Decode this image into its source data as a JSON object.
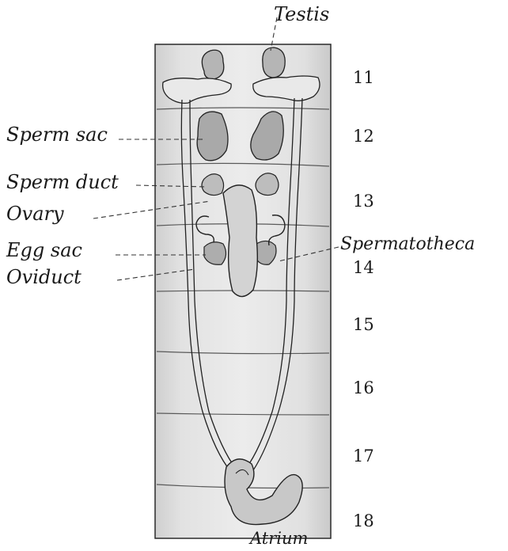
{
  "labels": {
    "testis": "Testis",
    "sperm_sac": "Sperm sac",
    "sperm_duct": "Sperm duct",
    "ovary": "Ovary",
    "egg_sac": "Egg sac",
    "oviduct": "Oviduct",
    "spermatotheca": "Spermatotheca",
    "atrium": "Atrium"
  },
  "segments": [
    "11",
    "12",
    "13",
    "14",
    "15",
    "16",
    "17",
    "18"
  ]
}
